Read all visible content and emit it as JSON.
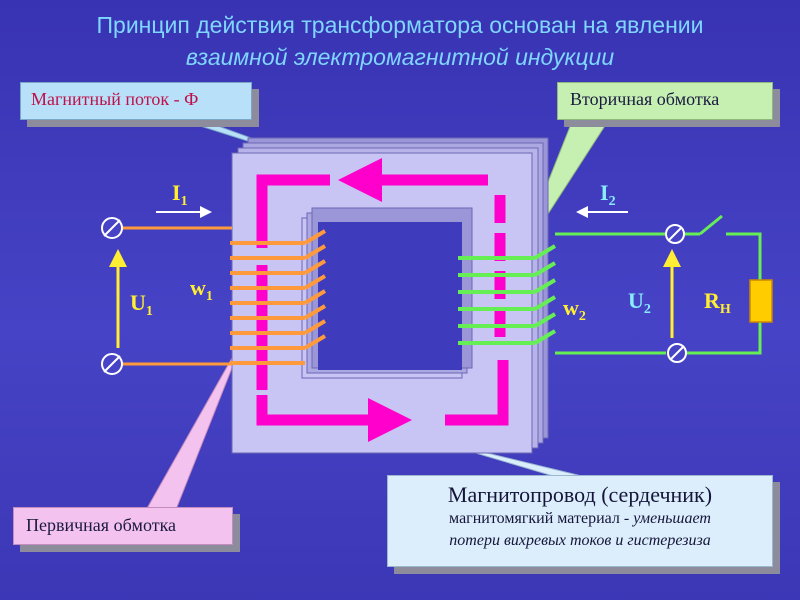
{
  "title": {
    "line1": "Принцип действия трансформатора основан на явлении",
    "line2": "взаимной электромагнитной индукции"
  },
  "callouts": {
    "flux": "Магнитный поток - Ф",
    "secondary_winding": "Вторичная обмотка",
    "primary_winding": "Первичная обмотка",
    "core_title": "Магнитопровод (сердечник)",
    "core_desc_part1": "магнитомягкий материал - ",
    "core_desc_part2": "уменьшает",
    "core_desc_line2": "потери вихревых токов и гистерезиза"
  },
  "labels": {
    "i1": "I",
    "i1_sub": "1",
    "i2": "I",
    "i2_sub": "2",
    "w1": "w",
    "w1_sub": "1",
    "w2": "w",
    "w2_sub": "2",
    "u1": "U",
    "u1_sub": "1",
    "u2": "U",
    "u2_sub": "2",
    "rn": "R",
    "rn_sub": "Н"
  },
  "colors": {
    "background": "#3a36b8",
    "title": "#7fd6ff",
    "core": "#c8c4f4",
    "flux_arrow": "#ff00cc",
    "primary_wire": "#ff9a3c",
    "secondary_wire": "#66ee55",
    "voltage_arrow": "#ffee33",
    "current_arrow": "#ffffff",
    "label_yellow": "#ffee33",
    "label_cyan": "#88eeff",
    "resistor": "#ffcc00"
  }
}
